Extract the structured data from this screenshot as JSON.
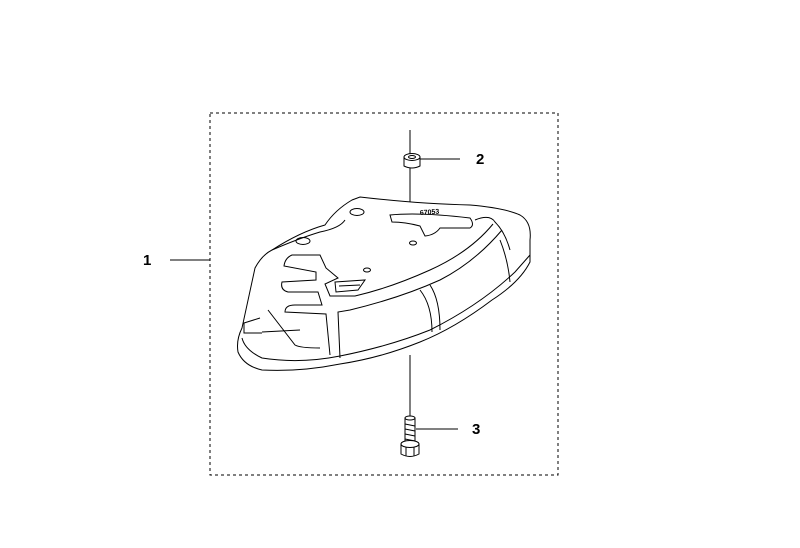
{
  "diagram": {
    "callouts": [
      {
        "number": "1",
        "part": "guard-assembly-kit"
      },
      {
        "number": "2",
        "part": "nut"
      },
      {
        "number": "3",
        "part": "screw"
      }
    ],
    "part_marking": "67053",
    "colors": {
      "line": "#000000",
      "background": "#ffffff"
    }
  }
}
